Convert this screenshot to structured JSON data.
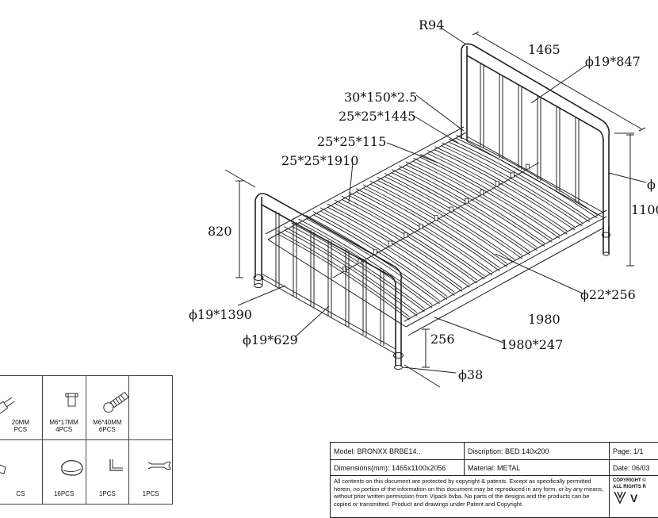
{
  "dimensions": {
    "r94": "R94",
    "headboard_width": "1465",
    "tube_847": "ϕ19*847",
    "profile_30": "30*150*2.5",
    "profile_1445": "25*25*1445",
    "profile_115": "25*25*115",
    "profile_1910": "25*25*1910",
    "height_820": "820",
    "height_1100": "1100",
    "tube_right_cut": "ϕ",
    "tube_256": "ϕ22*256",
    "length_1980": "1980",
    "tube_1390": "ϕ19*1390",
    "tube_629": "ϕ19*629",
    "leg_256": "256",
    "tube_1980": "1980*247",
    "foot_38": "ϕ38"
  },
  "parts": [
    {
      "icon": "bolt-icon",
      "size": "20MM",
      "qty": "PCS"
    },
    {
      "icon": "barrel-nut-icon",
      "size": "M6*17MM",
      "qty": "4PCS"
    },
    {
      "icon": "bolt-icon",
      "size": "M6*40MM",
      "qty": "6PCS"
    },
    {
      "icon": "empty",
      "size": "",
      "qty": ""
    },
    {
      "icon": "washer-icon",
      "size": "",
      "qty": "CS"
    },
    {
      "icon": "foot-cap-icon",
      "size": "",
      "qty": "16PCS"
    },
    {
      "icon": "allen-key-icon",
      "size": "",
      "qty": "1PCS"
    },
    {
      "icon": "wrench-icon",
      "size": "",
      "qty": "1PCS"
    }
  ],
  "title_block": {
    "model": "Model: BRONXX BRBE14..",
    "description": "Discription: BED 140x200",
    "page": "Page: 1/1",
    "dimensions": "Dimensions(mm): 1465x1100x2056",
    "material": "Material: METAL",
    "date": "Date: 06/03",
    "legal": "All contents on this document are protected by copyright & patents. Except as specifically permitted herein, no portion of the information on this document may be reproduced in any form, or by any means, without prior written permission from Vipack bvba. No parts of the designs and the products can be copied or transmitted. Product and drawings under Patent and Copyright.",
    "copyright_1": "COPYRIGHT ©",
    "copyright_2": "ALL RIGHTS R",
    "logo_text": "V"
  }
}
